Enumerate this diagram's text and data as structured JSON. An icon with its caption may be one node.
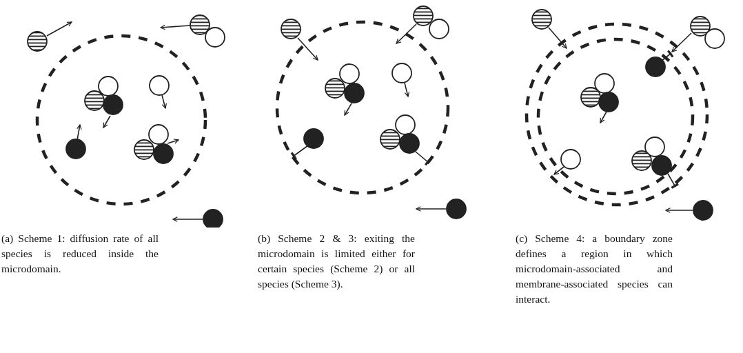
{
  "diagram": {
    "labels": [
      "(a) Scheme 1: diffusion rate of all species is reduced inside the microdomain.",
      "(b) Scheme 2 & 3: exiting the microdomain is limited either for certain species (Scheme 2) or all species (Scheme 3).",
      "(c) Scheme 4: a boundary zone defines a region in which microdomain-associated and membrane-associated species can interact."
    ]
  }
}
